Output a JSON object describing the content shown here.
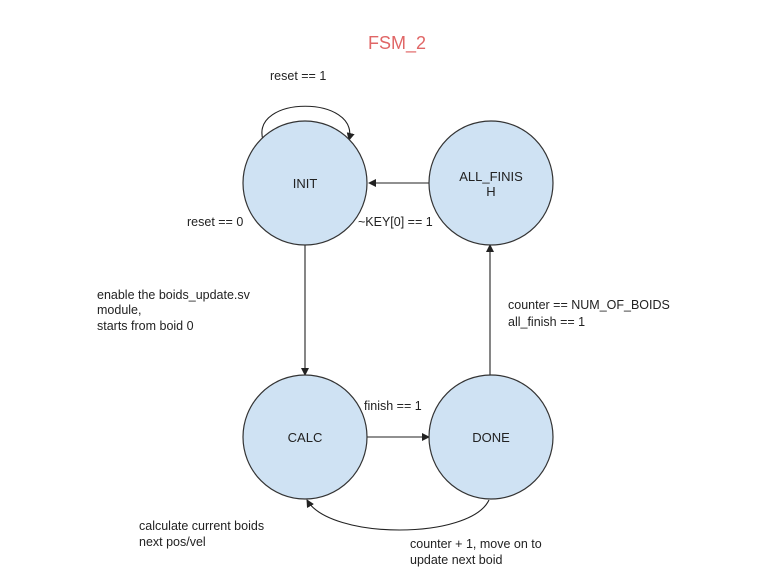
{
  "title": "FSM_2",
  "colors": {
    "title": "#e06666",
    "state_fill": "#cfe2f3",
    "edge": "#222222"
  },
  "states": {
    "init": "INIT",
    "all_finish_line1": "ALL_FINIS",
    "all_finish_line2": "H",
    "calc": "CALC",
    "done": "DONE"
  },
  "transitions": {
    "init_self": "reset == 1",
    "init_to_calc": "reset == 0",
    "all_finish_to_init": "~KEY[0] == 1",
    "calc_to_done": "finish == 1",
    "done_to_all_finish_line1": "counter == NUM_OF_BOIDS",
    "done_to_all_finish_line2": "all_finish == 1",
    "done_to_calc_line1": "counter + 1, move on to",
    "done_to_calc_line2": "update next boid"
  },
  "notes": {
    "init_to_calc_line1": "enable the boids_update.sv",
    "init_to_calc_line2": "module,",
    "init_to_calc_line3": "starts from boid 0",
    "calc_line1": "calculate current boids",
    "calc_line2": "next pos/vel"
  }
}
